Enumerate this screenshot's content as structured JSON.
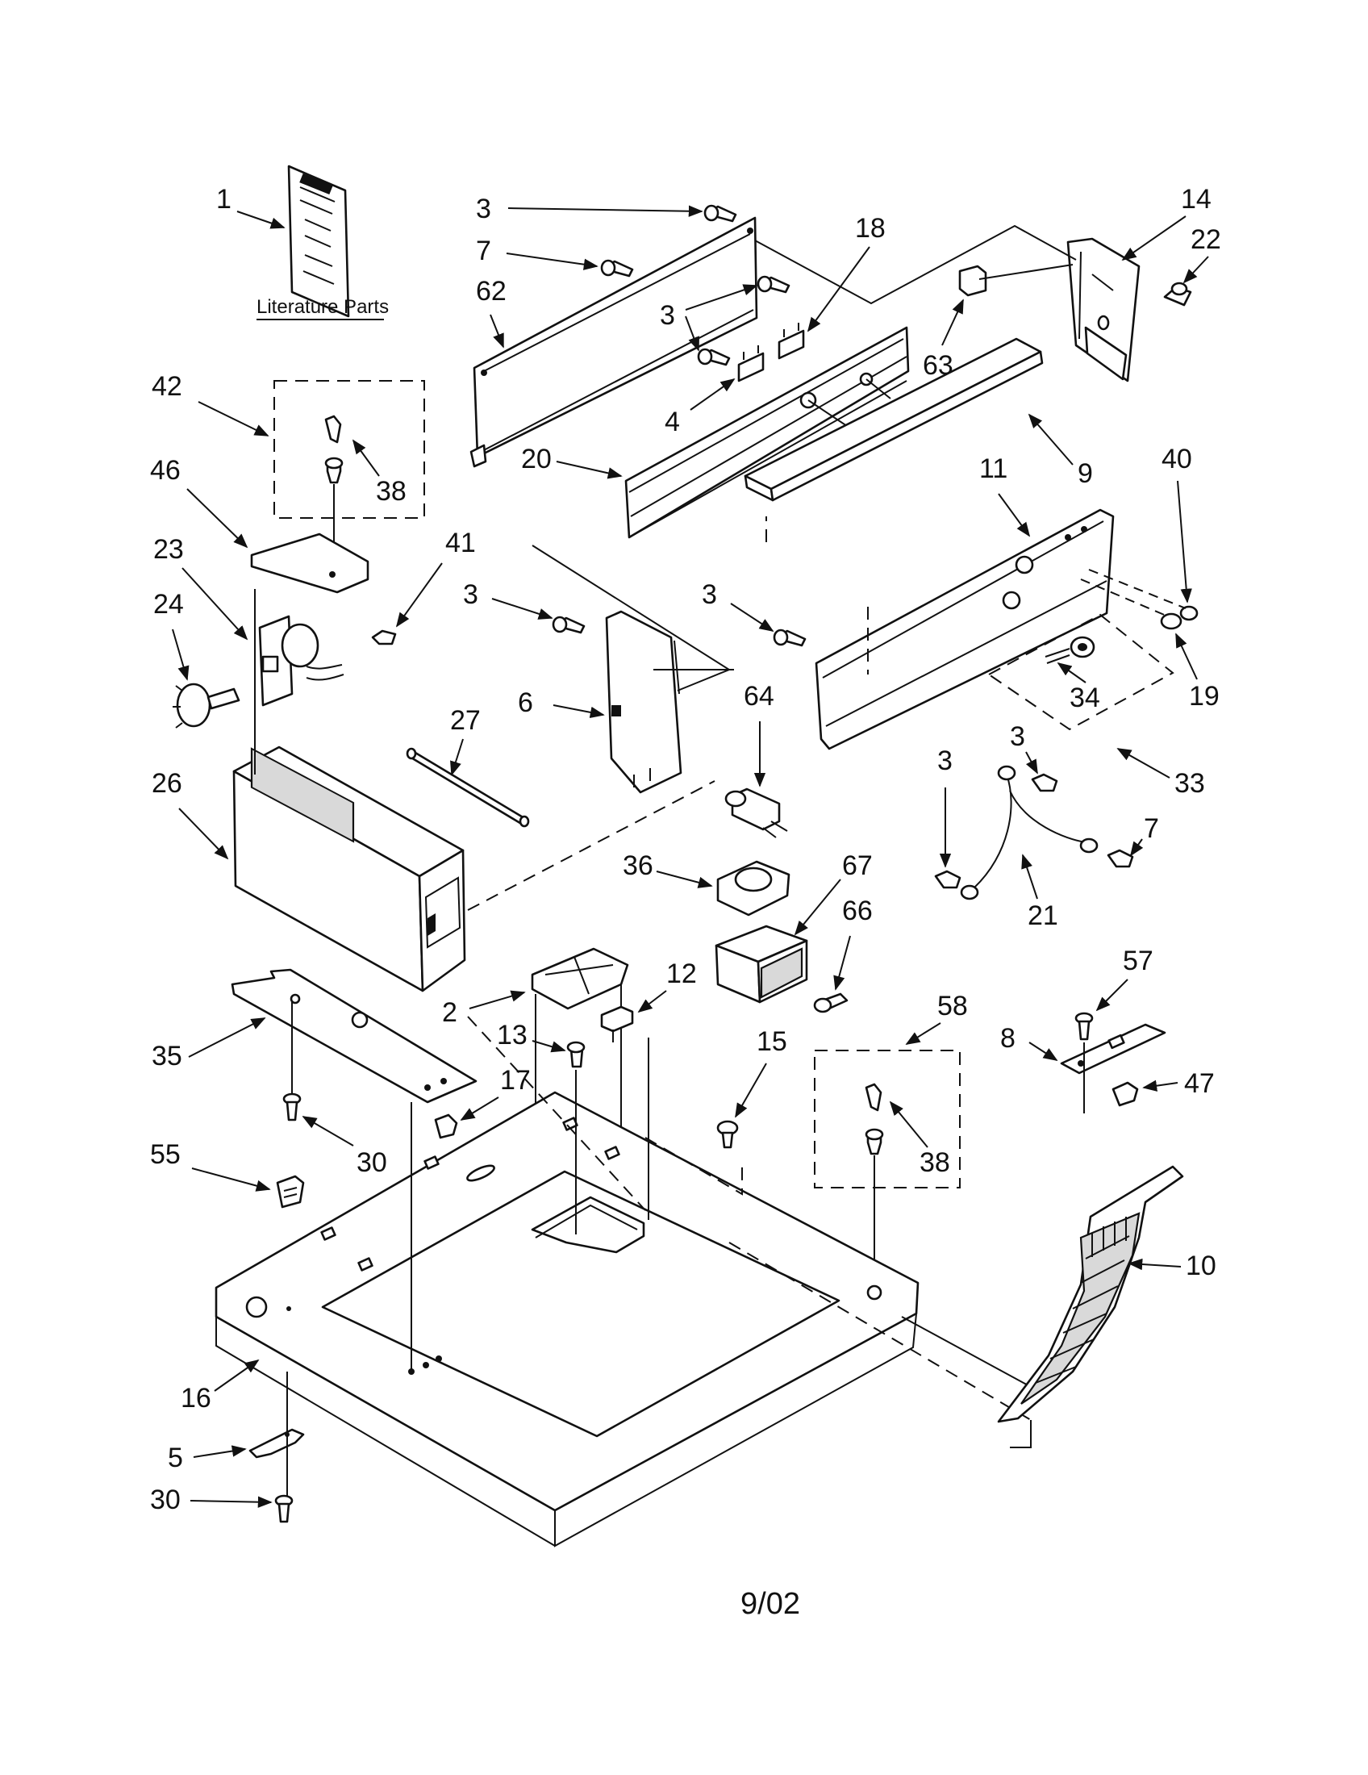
{
  "literature_label": "Literature Parts",
  "date_code": "9/02",
  "callouts": {
    "c1": "1",
    "c2": "2",
    "c3": "3",
    "c4": "4",
    "c5": "5",
    "c6": "6",
    "c7": "7",
    "c8": "8",
    "c9": "9",
    "c10": "10",
    "c11": "11",
    "c12": "12",
    "c13": "13",
    "c14": "14",
    "c15": "15",
    "c16": "16",
    "c17": "17",
    "c18": "18",
    "c19": "19",
    "c20": "20",
    "c21": "21",
    "c22": "22",
    "c23": "23",
    "c24": "24",
    "c26": "26",
    "c27": "27",
    "c30": "30",
    "c33": "33",
    "c34": "34",
    "c35": "35",
    "c36": "36",
    "c38": "38",
    "c40": "40",
    "c41": "41",
    "c42": "42",
    "c46": "46",
    "c47": "47",
    "c55": "55",
    "c57": "57",
    "c58": "58",
    "c62": "62",
    "c63": "63",
    "c64": "64",
    "c66": "66",
    "c67": "67"
  }
}
